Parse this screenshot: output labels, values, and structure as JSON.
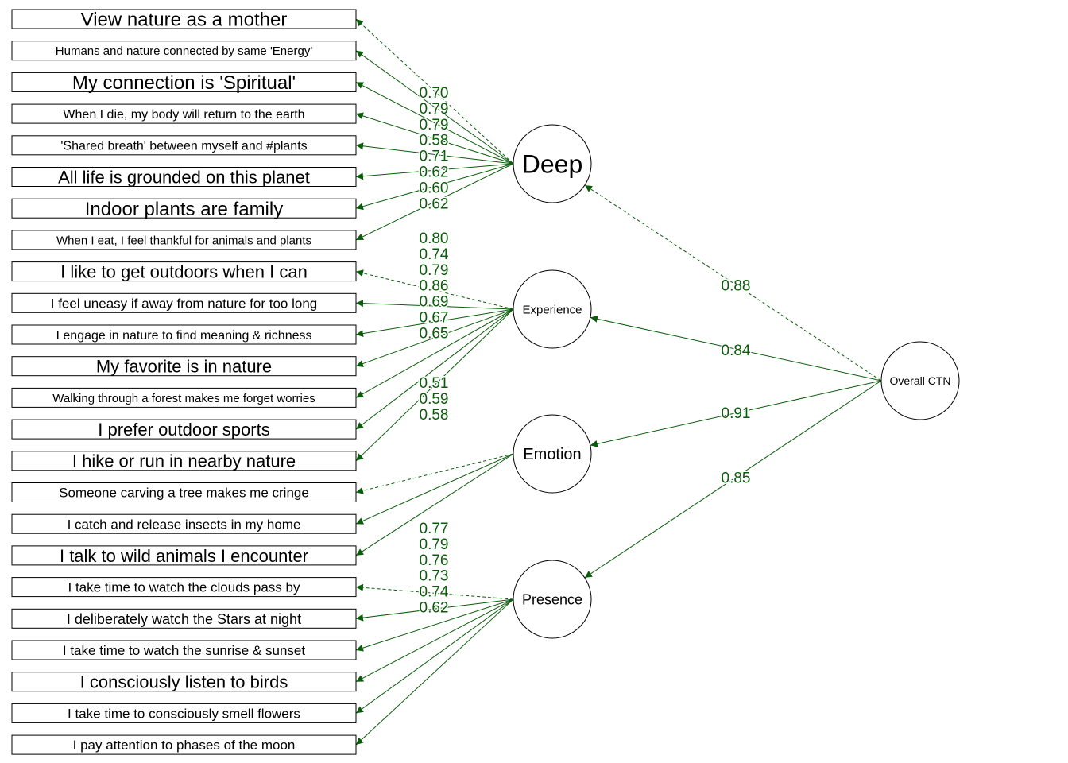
{
  "colors": {
    "edge": "#0a5c0a",
    "box_stroke": "#000000",
    "circle_stroke": "#000000"
  },
  "latent": {
    "deep": "Deep",
    "experience": "Experience",
    "emotion": "Emotion",
    "presence": "Presence",
    "overall": "Overall CTN"
  },
  "items": [
    "View nature as a mother",
    "Humans and nature connected by same 'Energy'",
    "My connection is 'Spiritual'",
    "When I die, my body will return to the earth",
    "'Shared breath' between myself and #plants",
    "All life is grounded on this planet",
    "Indoor plants are family",
    "When I eat, I feel thankful for animals and plants",
    "I like to get outdoors when I can",
    "I feel uneasy if away from nature for too long",
    "I engage in nature to find meaning & richness",
    "My favorite is in nature",
    "Walking through a forest makes me forget worries",
    "I prefer outdoor sports",
    "I hike or run in nearby nature",
    "Someone carving a tree makes me cringe",
    "I catch and release insects in my home",
    "I talk to wild animals I encounter",
    "I take time to watch the clouds pass by",
    "I deliberately watch the Stars at night",
    "I take time to watch the sunrise & sunset",
    "I consciously listen to birds",
    "I take time to consciously smell flowers",
    "I pay attention to phases of the moon"
  ],
  "loadings": {
    "deep": [
      "0.70",
      "0.79",
      "0.79",
      "0.58",
      "0.71",
      "0.62",
      "0.60",
      "0.62"
    ],
    "experience": [
      "0.80",
      "0.74",
      "0.79",
      "0.86",
      "0.69",
      "0.67",
      "0.65"
    ],
    "emotion": [
      "0.51",
      "0.59",
      "0.58"
    ],
    "presence": [
      "0.77",
      "0.79",
      "0.76",
      "0.73",
      "0.74",
      "0.62"
    ]
  },
  "structural": {
    "deep": "0.88",
    "experience": "0.84",
    "emotion": "0.91",
    "presence": "0.85"
  }
}
